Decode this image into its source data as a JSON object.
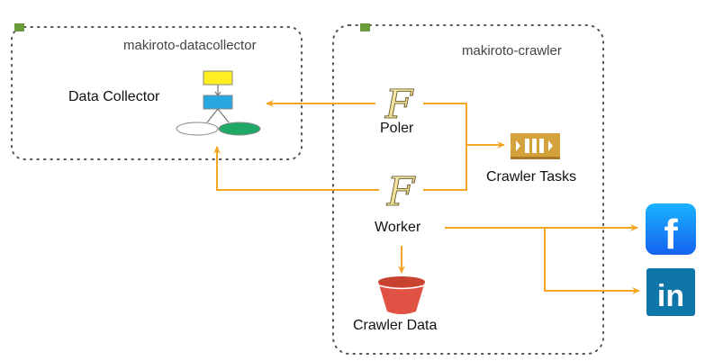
{
  "groups": [
    {
      "id": "datacollector",
      "label": "makiroto-datacollector"
    },
    {
      "id": "crawler",
      "label": "makiroto-crawler"
    }
  ],
  "nodes": {
    "data_collector": {
      "label": "Data Collector",
      "icon": "workflow-icon"
    },
    "poler": {
      "label": "Poler",
      "icon": "fargate-f-icon"
    },
    "worker": {
      "label": "Worker",
      "icon": "fargate-f-icon"
    },
    "crawler_tasks": {
      "label": "Crawler Tasks",
      "icon": "queue-icon"
    },
    "crawler_data": {
      "label": "Crawler Data",
      "icon": "bucket-icon"
    },
    "facebook": {
      "label": "f",
      "icon": "facebook-icon"
    },
    "linkedin": {
      "label": "in",
      "icon": "linkedin-icon"
    }
  },
  "edges": [
    {
      "from": "poler",
      "to": "data_collector"
    },
    {
      "from": "poler",
      "to": "crawler_tasks"
    },
    {
      "from": "worker",
      "to": "crawler_tasks"
    },
    {
      "from": "worker",
      "to": "data_collector"
    },
    {
      "from": "worker",
      "to": "crawler_data"
    },
    {
      "from": "worker",
      "to": "facebook"
    },
    {
      "from": "worker",
      "to": "linkedin"
    }
  ],
  "colors": {
    "arrow": "#f5a623",
    "group_border": "#555555",
    "group_badge": "#6b9a3a",
    "queue": "#d4a23c",
    "bucket": "#e05243",
    "facebook": "#1877f2",
    "linkedin": "#0e76a8",
    "workflow_yellow": "#ffee22",
    "workflow_blue": "#29a8e0",
    "workflow_green": "#1fa866"
  }
}
